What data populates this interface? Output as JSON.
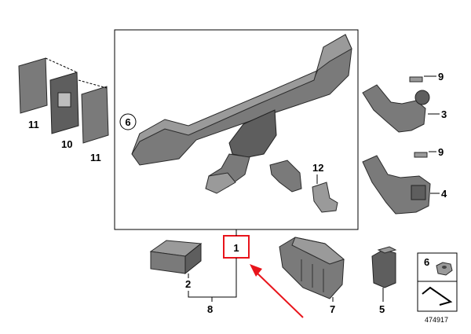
{
  "diagram": {
    "callouts": {
      "p1": "1",
      "p2": "2",
      "p3": "3",
      "p4": "4",
      "p5": "5",
      "p6": "6",
      "p7": "7",
      "p8": "8",
      "p9a": "9",
      "p9b": "9",
      "p10": "10",
      "p11a": "11",
      "p11b": "11",
      "p12": "12",
      "p6legend": "6"
    },
    "image_number": "474917",
    "colors": {
      "part": "#7a7a7a",
      "highlight": "#e8141b",
      "outline": "#2a2a2a"
    }
  }
}
